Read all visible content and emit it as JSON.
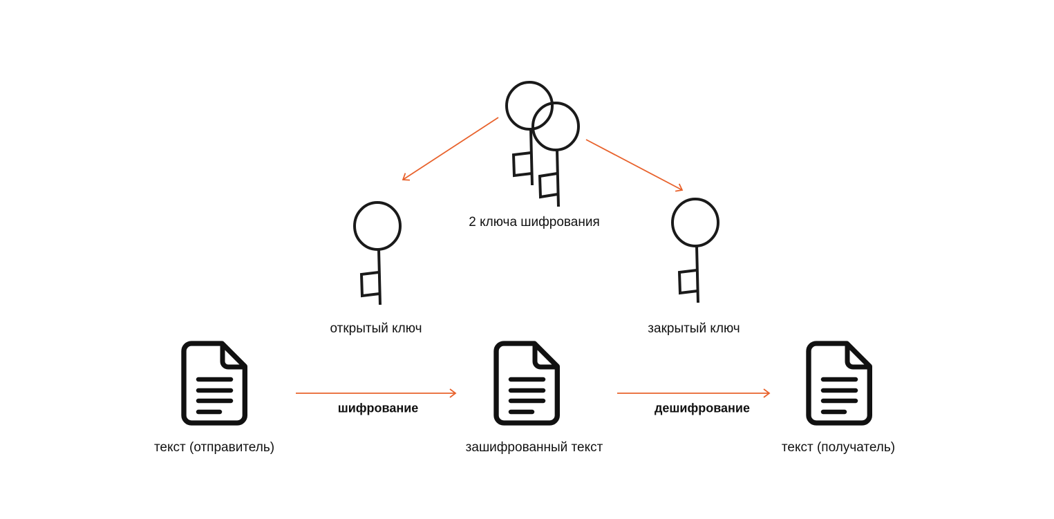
{
  "colors": {
    "arrow": "#E8622C",
    "icon": "#1a1a1a"
  },
  "labels": {
    "keys_pair": "2 ключа шифрования",
    "public_key": "открытый ключ",
    "private_key": "закрытый ключ",
    "encryption": "шифрование",
    "decryption": "дешифрование",
    "plain_sender": "текст (отправитель)",
    "cipher_text": "зашифрованный текст",
    "plain_receiver": "текст (получатель)"
  }
}
